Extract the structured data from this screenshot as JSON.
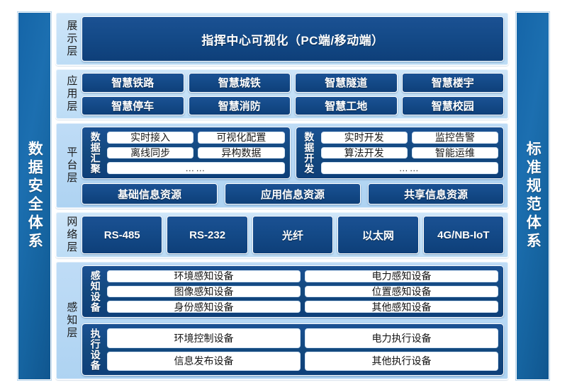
{
  "pillars": {
    "left": {
      "text": "数据安全体系"
    },
    "right": {
      "text": "标准规范体系"
    }
  },
  "layers": {
    "display": {
      "label": "展示层",
      "banner": "指挥中心可视化（PC端/移动端）"
    },
    "application": {
      "label": "应用层",
      "row1": [
        "智慧铁路",
        "智慧城铁",
        "智慧隧道",
        "智慧楼宇"
      ],
      "row2": [
        "智慧停车",
        "智慧消防",
        "智慧工地",
        "智慧校园"
      ]
    },
    "platform": {
      "label": "平台层",
      "groups": [
        {
          "title": "数据汇聚",
          "row1": [
            "实时接入",
            "可视化配置"
          ],
          "row2": [
            "离线同步",
            "异构数据"
          ],
          "row3": "……"
        },
        {
          "title": "数据开发",
          "row1": [
            "实时开发",
            "监控告警"
          ],
          "row2": [
            "算法开发",
            "智能运维"
          ],
          "row3": "……"
        }
      ],
      "resources": [
        "基础信息资源",
        "应用信息资源",
        "共享信息资源"
      ]
    },
    "network": {
      "label": "网络层",
      "items": [
        "RS-485",
        "RS-232",
        "光纤",
        "以太网",
        "4G/NB-IoT"
      ]
    },
    "sense": {
      "label": "感知层",
      "groups": [
        {
          "title": "感知设备",
          "row1": [
            "环境感知设备",
            "电力感知设备"
          ],
          "row2": [
            "图像感知设备",
            "位置感知设备"
          ],
          "row3": [
            "身份感知设备",
            "其他感知设备"
          ]
        },
        {
          "title": "执行设备",
          "row1": [
            "环境控制设备",
            "电力执行设备"
          ],
          "row2": [
            "信息发布设备",
            "其他执行设备"
          ]
        }
      ]
    }
  },
  "colors": {
    "dark_blue": "#134a85",
    "mid_blue": "#1565a8",
    "light_blue_band": "#c6e1f7",
    "tile_white": "#ffffff"
  }
}
